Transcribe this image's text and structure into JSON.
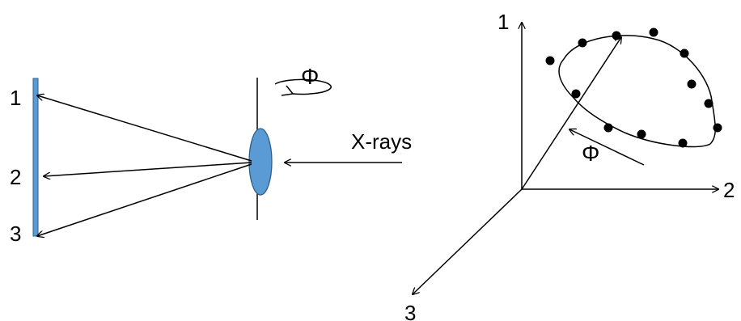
{
  "left_panel": {
    "detector_labels": [
      "1",
      "2",
      "3"
    ],
    "rotation_symbol": "Φ",
    "beam_label": "X-rays",
    "sample_color": "#5b9bd5",
    "detector_color": "#5b9bd5"
  },
  "right_panel": {
    "axis_labels": [
      "1",
      "2",
      "3"
    ],
    "rotation_symbol": "Φ"
  }
}
